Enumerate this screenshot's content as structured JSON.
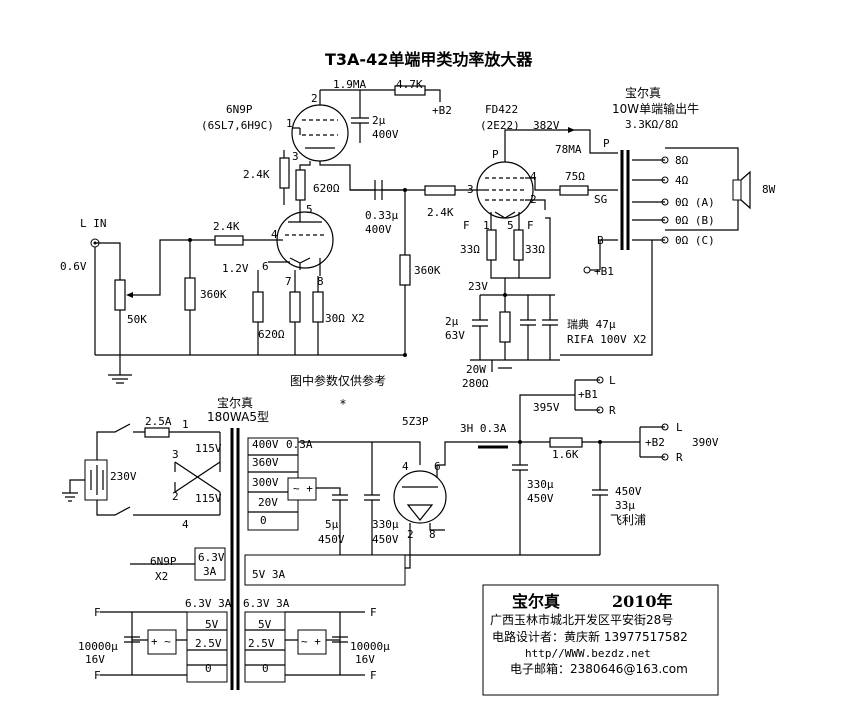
{
  "title": "T3A-42单端甲类功率放大器",
  "note": "图中参数仅供参考",
  "asterisk": "*",
  "input": {
    "label": "L IN",
    "level": "0.6V",
    "pot": "50K",
    "r_grid": "360K"
  },
  "v1": {
    "name": "6N9P",
    "alt": "(6SL7,6H9C)",
    "pin_2": "2",
    "pin_1": "1",
    "pin_3": "3",
    "pin_5": "5",
    "pin_4": "4",
    "pin_6": "6",
    "pin_7": "7",
    "pin_8": "8",
    "plate_current": "1.9MA",
    "r_plate": "4.7K",
    "b2": "+B2",
    "c_decouple": "2μ",
    "c_decouple_v": "400V",
    "r_upper": "2.4K",
    "r_mid": "620Ω",
    "r_grid_stop": "2.4K",
    "cathode_v": "1.2V",
    "r_cathode": "620Ω",
    "r_cath2": "30Ω X2"
  },
  "coupling": {
    "cap": "0.33μ",
    "cap_v": "400V",
    "r_stop": "2.4K",
    "r_grid": "360K"
  },
  "output_tube": {
    "name": "FD422",
    "alt": "(2E22)",
    "plate_v": "382V",
    "current": "78MA",
    "pin_p": "P",
    "pin_3": "3",
    "pin_4": "4",
    "pin_2": "2",
    "pin_1": "1",
    "pin_5": "5",
    "pin_f1": "F",
    "pin_f2": "F",
    "r_screen": "75Ω",
    "sg": "SG",
    "r_f1": "33Ω",
    "r_f2": "33Ω",
    "cath_v": "23V",
    "cath_cap": "2μ",
    "cath_cap_v": "63V",
    "r_cath": "20W",
    "r_cath_val": "280Ω",
    "cap_brand": "瑞典 47μ",
    "cap_spec": "RIFA 100V X2"
  },
  "output_transformer": {
    "brand": "宝尔真",
    "desc": "10W单端输出牛",
    "imp": "3.3KΩ/8Ω",
    "p": "P",
    "b": "B",
    "b1": "+B1",
    "tap_8": "8Ω",
    "tap_4": "4Ω",
    "tap_0a": "0Ω (A)",
    "tap_0b": "0Ω (B)",
    "tap_0c": "0Ω (C)",
    "speaker": "8W"
  },
  "power": {
    "brand": "宝尔真",
    "model": "180WA5型",
    "fuse": "2.5A",
    "mains": "230V",
    "p1": "1",
    "p3": "3",
    "p2": "2",
    "p4": "4",
    "pri_a": "115V",
    "pri_b": "115V",
    "sec_400": "400V",
    "sec_03a": "0.3A",
    "sec_360": "360V",
    "sec_300": "300V",
    "sec_20": "20V",
    "sec_0": "0",
    "rect_tube": "5Z3P",
    "rect_pin4": "4",
    "rect_pin6": "6",
    "rect_pin2": "2",
    "rect_pin8": "8",
    "c1": "5μ",
    "c1_v": "450V",
    "c2": "330μ",
    "c2_v": "450V",
    "choke": "3H 0.3A",
    "b1_v": "395V",
    "b1": "+B1",
    "ch_l": "L",
    "ch_r": "R",
    "c3": "330μ",
    "c3_v": "450V",
    "r_b2": "1.6K",
    "b2": "+B2",
    "b2_v": "390V",
    "b2_l": "L",
    "b2_r": "R",
    "c4_v": "450V",
    "c4": "33μ",
    "c4_brand": "飞利浦",
    "heater_tube": "6N9P",
    "heater_x2": "X2",
    "h_63": "6.3V",
    "h_3a": "3A",
    "h5_label": "5V 3A",
    "w63a": "6.3V 3A",
    "w5a": "5V",
    "w25a": "2.5V",
    "w0a": "0",
    "w63b": "6.3V 3A",
    "w5b": "5V",
    "w25b": "2.5V",
    "w0b": "0",
    "f": "F",
    "cap_f": "10000μ",
    "cap_fv": "16V"
  },
  "credits": {
    "brand": "宝尔真",
    "year": "2010年",
    "address": "广西玉林市城北开发区平安街28号",
    "designer": "电路设计者：黄庆新  13977517582",
    "web": "http//WWW.bezdz.net",
    "email": "电子邮箱：2380646@163.com"
  }
}
